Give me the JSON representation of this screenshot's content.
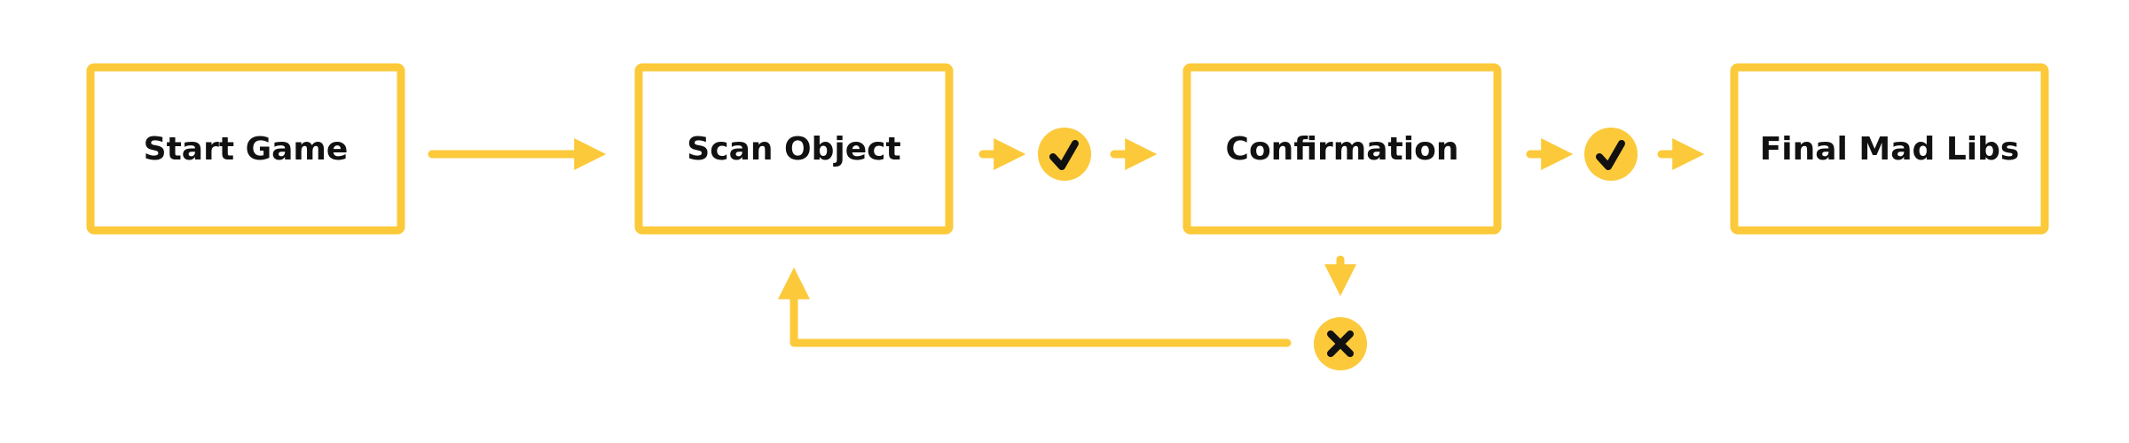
{
  "steps": [
    {
      "label": "Start Game"
    },
    {
      "label": "Scan Object"
    },
    {
      "label": "Confirmation"
    },
    {
      "label": "Final Mad Libs"
    }
  ],
  "colors": {
    "accent": "#fcc93a",
    "text": "#111111",
    "background": "#ffffff"
  },
  "icons": {
    "success": "check-icon",
    "failure": "x-icon"
  }
}
